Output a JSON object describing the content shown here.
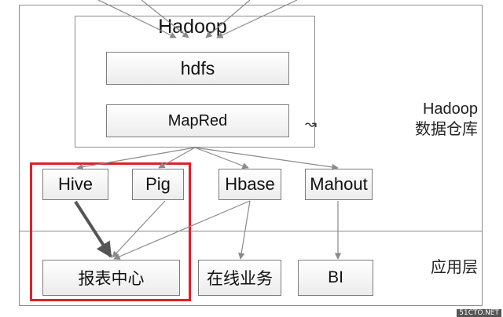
{
  "hadoop_block": {
    "title": "Hadoop",
    "modules": {
      "hdfs": "hdfs",
      "mapred": "MapRed"
    }
  },
  "components": {
    "hive": "Hive",
    "pig": "Pig",
    "hbase": "Hbase",
    "mahout": "Mahout"
  },
  "applications": {
    "report_center": "报表中心",
    "online_business": "在线业务",
    "bi": "BI"
  },
  "layers": {
    "warehouse_line1": "Hadoop",
    "warehouse_line2": "数据仓库",
    "application": "应用层"
  },
  "watermark": "51CTO.NET",
  "colors": {
    "highlight": "#e0202a",
    "line": "#8a8a8a",
    "thick_line": "#555555"
  }
}
